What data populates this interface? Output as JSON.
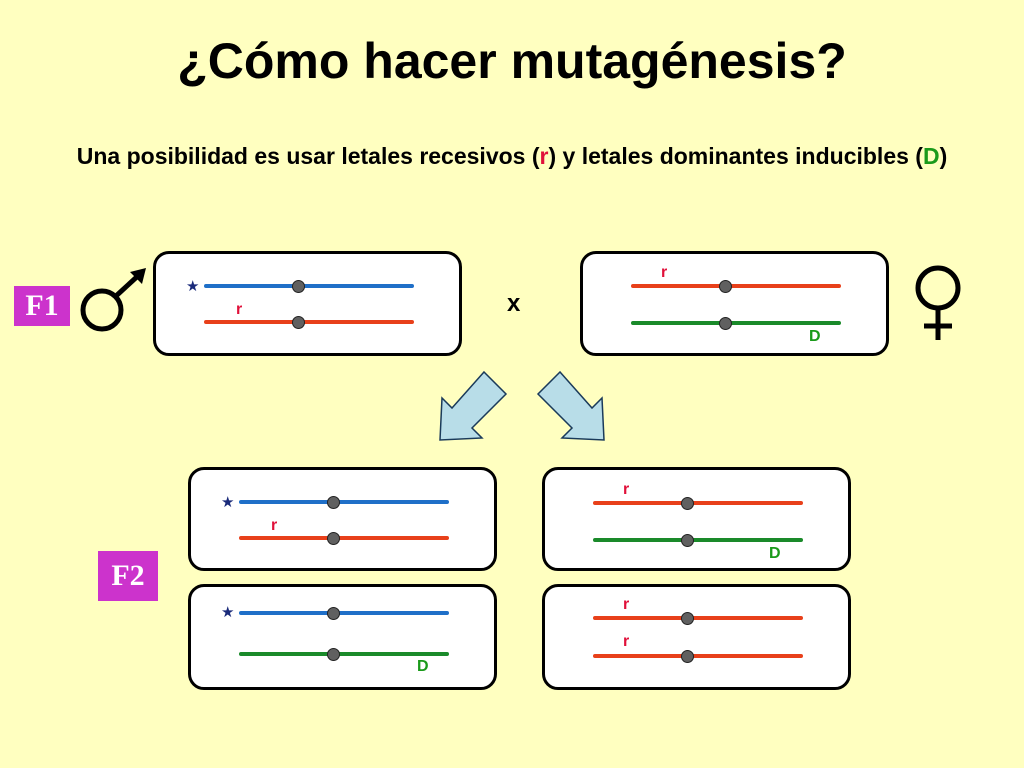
{
  "title": "¿Cómo hacer mutagénesis?",
  "subtitle": {
    "part1": "Una posibilidad es usar letales recesivos (",
    "r": "r",
    "part2": ") y letales dominantes inducibles (",
    "D": "D",
    "part3": ")"
  },
  "f1": {
    "label": "F1",
    "cross": "x",
    "male_symbol": "male-icon",
    "female_symbol": "female-icon",
    "male": {
      "marker": "★",
      "labels": [
        "r"
      ],
      "chromosomes": [
        "blue",
        "red"
      ]
    },
    "female": {
      "labels": [
        "r",
        "D"
      ],
      "chromosomes": [
        "red",
        "green"
      ]
    }
  },
  "f2": {
    "label": "F2",
    "box1": {
      "marker": "★",
      "labels": [
        "r"
      ],
      "chromosomes": [
        "blue",
        "red"
      ]
    },
    "box2": {
      "labels": [
        "r",
        "D"
      ],
      "chromosomes": [
        "red",
        "green"
      ]
    },
    "box3": {
      "marker": "★",
      "labels": [
        "D"
      ],
      "chromosomes": [
        "blue",
        "green"
      ]
    },
    "box4": {
      "labels": [
        "r",
        "r"
      ],
      "chromosomes": [
        "red",
        "red"
      ]
    }
  },
  "colors": {
    "background": "#ffffc0",
    "generation_label": "#cc33cc",
    "chromosome_blue": "#1f6fc8",
    "chromosome_red": "#e8401a",
    "chromosome_green": "#1a8a2a",
    "arrow_fill": "#b8dde8",
    "recessive_text": "#e0103a",
    "dominant_text": "#1a9a1a"
  }
}
